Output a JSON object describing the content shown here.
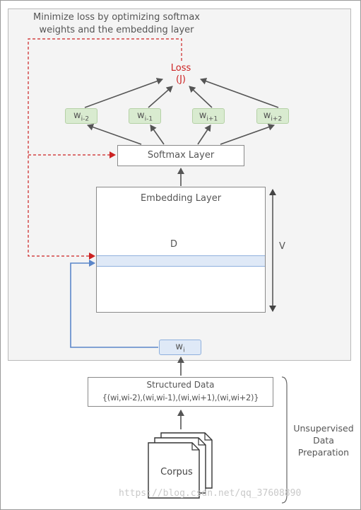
{
  "title": "Minimize loss by optimizing softmax weights and the embedding layer",
  "loss": {
    "line1": "Loss",
    "line2": "(J)"
  },
  "context_words": [
    {
      "base": "w",
      "sub": "i-2"
    },
    {
      "base": "w",
      "sub": "i-1"
    },
    {
      "base": "w",
      "sub": "i+1"
    },
    {
      "base": "w",
      "sub": "i+2"
    }
  ],
  "softmax_layer": "Softmax Layer",
  "embedding_layer": "Embedding Layer",
  "dimension_label": "D",
  "vocab_label": "V",
  "input_word": {
    "base": "w",
    "sub": "i"
  },
  "structured_data": {
    "title": "Structured Data",
    "tuples": "{(wi,wi-2),(wi,wi-1),(wi,wi+1),(wi,wi+2)}"
  },
  "unsupervised_label": "Unsupervised Data Preparation",
  "corpus_label": "Corpus",
  "watermark": "https://blog.csdn.net/qq_37608890",
  "colors": {
    "loss_red": "#cc2222",
    "context_green": "#d9ebd0",
    "embedding_blue": "#dfe9f7",
    "feedback_blue": "#5b86c9",
    "arrow_gray": "#555555"
  }
}
